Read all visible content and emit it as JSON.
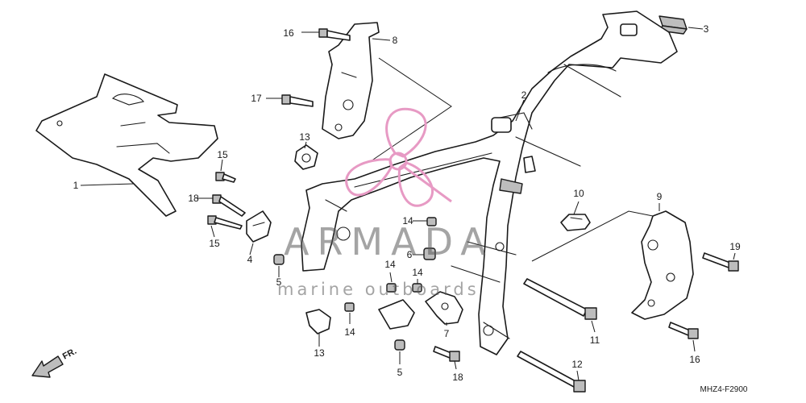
{
  "watermark": {
    "brand": "ARMADA",
    "tagline": "marine outboards",
    "propeller_color": "#e79ac4"
  },
  "direction_label": "FR.",
  "diagram_code": "MHZ4-F2900",
  "callouts": [
    {
      "id": "c1",
      "text": "1"
    },
    {
      "id": "c2",
      "text": "2"
    },
    {
      "id": "c3",
      "text": "3"
    },
    {
      "id": "c4",
      "text": "4"
    },
    {
      "id": "c5a",
      "text": "5"
    },
    {
      "id": "c5b",
      "text": "5"
    },
    {
      "id": "c6",
      "text": "6"
    },
    {
      "id": "c7",
      "text": "7"
    },
    {
      "id": "c8",
      "text": "8"
    },
    {
      "id": "c9",
      "text": "9"
    },
    {
      "id": "c10",
      "text": "10"
    },
    {
      "id": "c11",
      "text": "11"
    },
    {
      "id": "c12",
      "text": "12"
    },
    {
      "id": "c13a",
      "text": "13"
    },
    {
      "id": "c13b",
      "text": "13"
    },
    {
      "id": "c14a",
      "text": "14"
    },
    {
      "id": "c14b",
      "text": "14"
    },
    {
      "id": "c14c",
      "text": "14"
    },
    {
      "id": "c14d",
      "text": "14"
    },
    {
      "id": "c15a",
      "text": "15"
    },
    {
      "id": "c15b",
      "text": "15"
    },
    {
      "id": "c16a",
      "text": "16"
    },
    {
      "id": "c16b",
      "text": "16"
    },
    {
      "id": "c17",
      "text": "17"
    },
    {
      "id": "c18a",
      "text": "18"
    },
    {
      "id": "c18b",
      "text": "18"
    },
    {
      "id": "c19",
      "text": "19"
    }
  ]
}
